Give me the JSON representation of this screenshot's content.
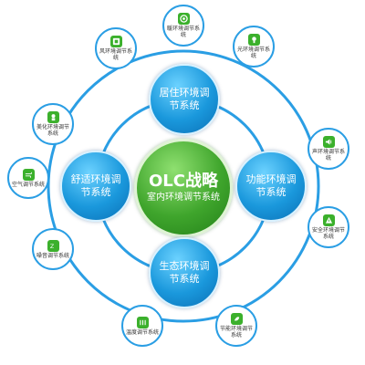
{
  "center": {
    "title": "OLC战略",
    "subtitle": "室内环境调节系统"
  },
  "mid": [
    {
      "id": "living",
      "label": "居住环境调节系统"
    },
    {
      "id": "function",
      "label": "功能环境调节系统"
    },
    {
      "id": "ecology",
      "label": "生态环境调节系统"
    },
    {
      "id": "comfort",
      "label": "舒适环境调节系统"
    }
  ],
  "small": [
    {
      "label": "风环境调节系统",
      "icon": "fan-icon"
    },
    {
      "label": "暖环境调节系统",
      "icon": "heater-icon"
    },
    {
      "label": "光环境调节系统",
      "icon": "light-icon"
    },
    {
      "label": "声环境调节系统",
      "icon": "sound-icon"
    },
    {
      "label": "安全环境调节系统",
      "icon": "safety-icon"
    },
    {
      "label": "节能环境调节系统",
      "icon": "energy-saving-icon"
    },
    {
      "label": "温度调节系统",
      "icon": "temperature-icon"
    },
    {
      "label": "噪音调节系统",
      "icon": "noise-icon"
    },
    {
      "label": "空气调节系统",
      "icon": "air-icon"
    },
    {
      "label": "美化环境调节系统",
      "icon": "plant-icon"
    }
  ],
  "colors": {
    "ring": "#2a9ee4",
    "center": "#3fa52c",
    "mid": "#1a98dc",
    "icon_bg": "#3bb02c"
  }
}
